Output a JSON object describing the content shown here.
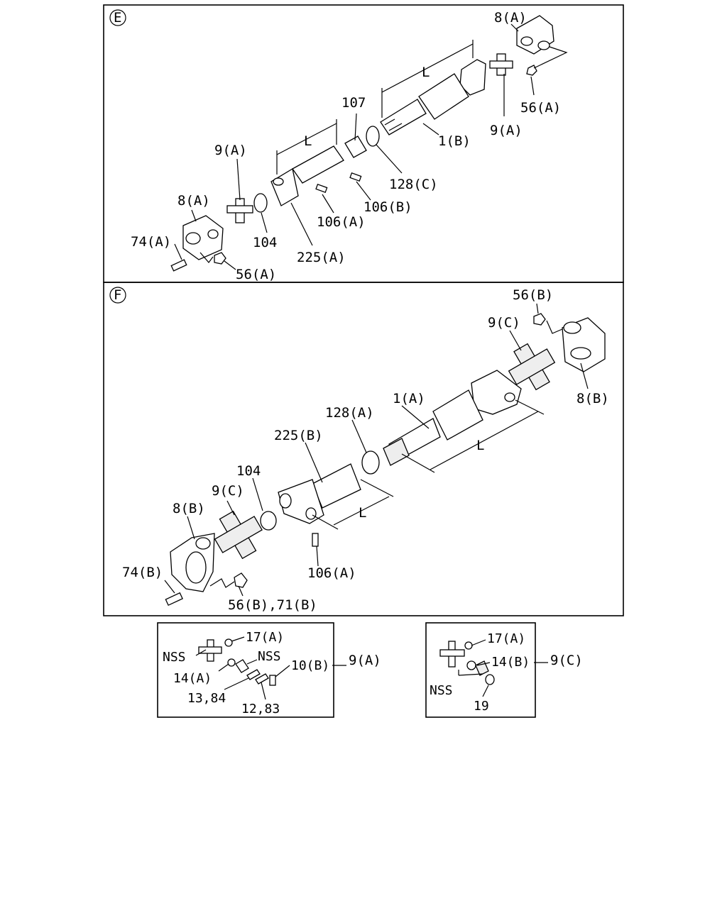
{
  "section_e": {
    "marker": "E",
    "labels": {
      "p8a_top": "8(A)",
      "dim_l_top": "L",
      "p107": "107",
      "p56a_top": "56(A)",
      "p9a_top": "9(A)",
      "p1b": "1(B)",
      "p9a_left": "9(A)",
      "dim_l_left": "L",
      "p128c": "128(C)",
      "p106b": "106(B)",
      "p8a_left": "8(A)",
      "p106a": "106(A)",
      "p74a": "74(A)",
      "p104": "104",
      "p225a": "225(A)",
      "p56a_bottom": "56(A)"
    }
  },
  "section_f": {
    "marker": "F",
    "labels": {
      "p56b": "56(B)",
      "p9c_top": "9(C)",
      "p8b_right": "8(B)",
      "p1a": "1(A)",
      "p128a": "128(A)",
      "p225b": "225(B)",
      "dim_l_right": "L",
      "p104": "104",
      "p9c_left": "9(C)",
      "p8b_left": "8(B)",
      "dim_l_left": "L",
      "p74b": "74(B)",
      "p106a": "106(A)",
      "p56b_71b": "56(B),71(B)"
    }
  },
  "detail_9a": {
    "p17a": "17(A)",
    "nss_left": "NSS",
    "nss_right": "NSS",
    "p10b": "10(B)",
    "ref": "9(A)",
    "p14a": "14(A)",
    "p13_84": "13,84",
    "p12_83": "12,83"
  },
  "detail_9c": {
    "p17a": "17(A)",
    "p14b": "14(B)",
    "ref": "9(C)",
    "nss": "NSS",
    "p19": "19"
  }
}
